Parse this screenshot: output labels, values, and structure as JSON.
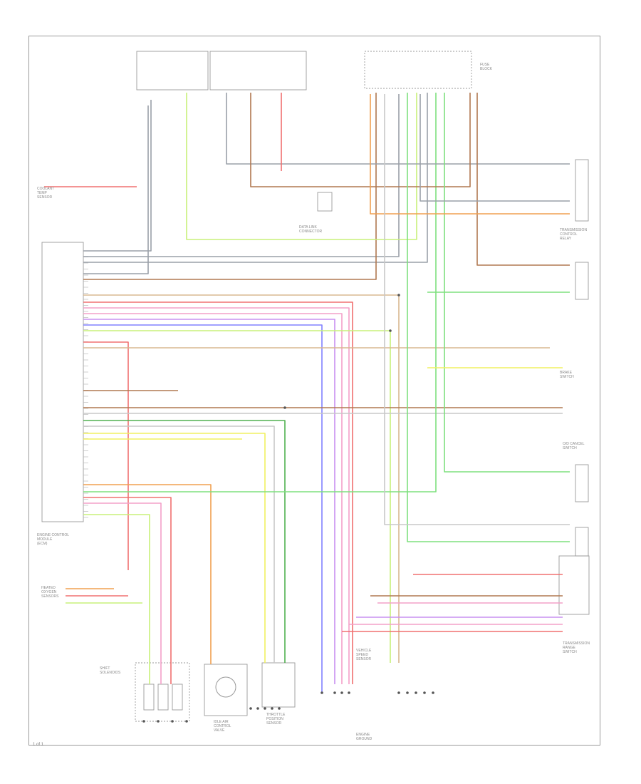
{
  "diagram": {
    "footer_code": "1 of 1",
    "labels": {
      "ecm": "ENGINE CONTROL\nMODULE\n(ECM)",
      "o2_sensors": "HEATED\nOXYGEN\nSENSORS",
      "iac_valve": "IDLE AIR\nCONTROL\nVALVE",
      "throttle_sensor": "THROTTLE\nPOSITION\nSENSOR",
      "transmission_relay": "TRANSMISSION\nCONTROL\nRELAY",
      "range_switch": "TRANSMISSION\nRANGE\nSWITCH",
      "engine_ground": "ENGINE\nGROUND",
      "pcm_fuse": "FUSE\nBLOCK",
      "shift_solenoids": "SHIFT\nSOLENOIDS",
      "speed_sensor": "VEHICLE\nSPEED\nSENSOR",
      "brake_switch": "BRAKE\nSWITCH",
      "overdrive_switch": "O/D CANCEL\nSWITCH",
      "coolant_sensor": "COOLANT\nTEMP\nSENSOR",
      "data_link": "DATA LINK\nCONNECTOR"
    }
  }
}
